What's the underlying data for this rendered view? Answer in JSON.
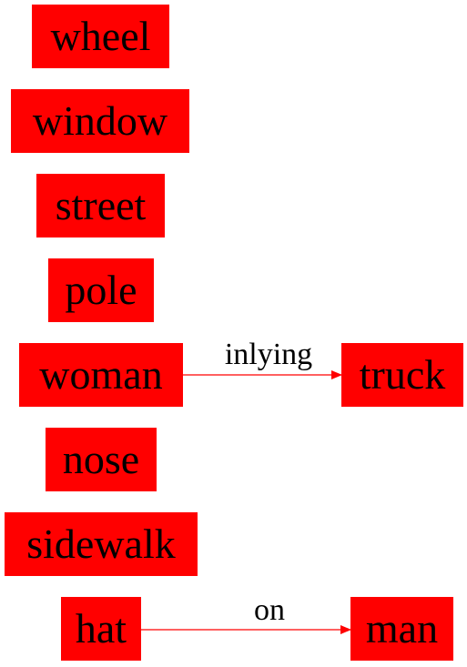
{
  "diagram": {
    "nodes": {
      "wheel": "wheel",
      "window": "window",
      "street": "street",
      "pole": "pole",
      "woman": "woman",
      "truck": "truck",
      "nose": "nose",
      "sidewalk": "sidewalk",
      "hat": "hat",
      "man": "man"
    },
    "edges": [
      {
        "from": "woman",
        "to": "truck",
        "label": "inlying"
      },
      {
        "from": "hat",
        "to": "man",
        "label": "on"
      }
    ]
  },
  "colors": {
    "node_fill": "#ff0000",
    "edge_stroke": "#ff0000",
    "text": "#000000"
  }
}
